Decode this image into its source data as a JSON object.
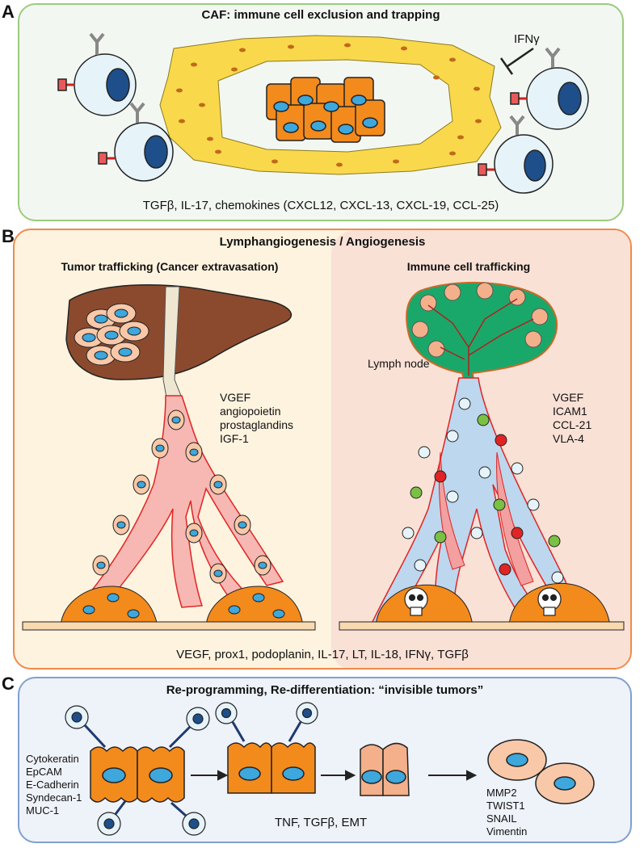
{
  "panelA": {
    "letter": "A",
    "title": "CAF: immune cell exclusion and trapping",
    "ifn": "IFNγ",
    "footer": "TGFβ, IL-17, chemokines (CXCL12, CXCL-13, CXCL-19, CCL-25)"
  },
  "panelB": {
    "letter": "B",
    "title": "Lymphangiogenesis / Angiogenesis",
    "left_title": "Tumor trafficking (Cancer extravasation)",
    "right_title": "Immune cell trafficking",
    "lymph_node": "Lymph node",
    "left_factors": [
      "VGEF",
      "angiopoietin",
      "prostaglandins",
      "IGF-1"
    ],
    "right_factors": [
      "VGEF",
      "ICAM1",
      "CCL-21",
      "VLA-4"
    ],
    "footer": "VEGF, prox1, podoplanin, IL-17, LT, IL-18, IFNγ, TGFβ"
  },
  "panelC": {
    "letter": "C",
    "title": "Re-programming, Re-differentiation: “invisible tumors”",
    "left_markers": [
      "Cytokeratin",
      "EpCAM",
      "E-Cadherin",
      "Syndecan-1",
      "MUC-1"
    ],
    "right_markers": [
      "MMP2",
      "TWIST1",
      "SNAIL",
      "Vimentin"
    ],
    "footer": "TNF, TGFβ, EMT"
  },
  "colors": {
    "panelA_bg": "#f3f7f2",
    "panelA_border": "#9ccb7f",
    "panelB_left_bg": "#fdf3df",
    "panelB_right_bg": "#f9e1d6",
    "panelB_border": "#f08a4b",
    "panelC_bg": "#eef2f9",
    "panelC_border": "#7fa0d0",
    "tumor_orange": "#f38a1c",
    "nucleus_blue": "#3ea7dc",
    "caf_yellow": "#f9d94b",
    "liver": "#8b4a2e",
    "vessel_red": "#f7b7b2",
    "lymph_blue": "#bcd7ee",
    "lymph_green": "#1aa86a"
  }
}
